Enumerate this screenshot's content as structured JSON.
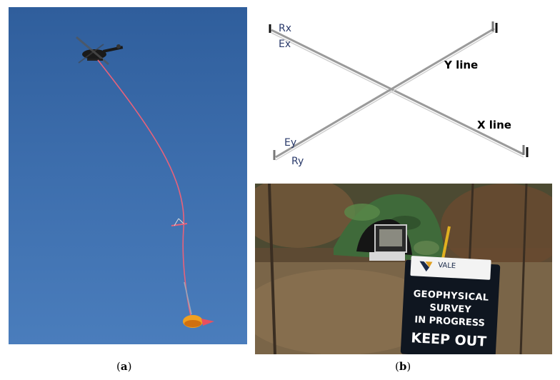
{
  "captions": {
    "a": "a",
    "b": "b"
  },
  "diagram": {
    "labels": {
      "rx": "Rx",
      "ex": "Ex",
      "ey": "Ey",
      "ry": "Ry",
      "y_line": "Y line",
      "x_line": "X line"
    }
  },
  "sign": {
    "logo": "VALE",
    "line1": "GEOPHYSICAL",
    "line2": "SURVEY",
    "line3": "IN PROGRESS",
    "line4": "KEEP OUT"
  },
  "colors": {
    "sky": "#3c6dac",
    "tow_line": "#e8627a",
    "bird": "#f0a020"
  }
}
